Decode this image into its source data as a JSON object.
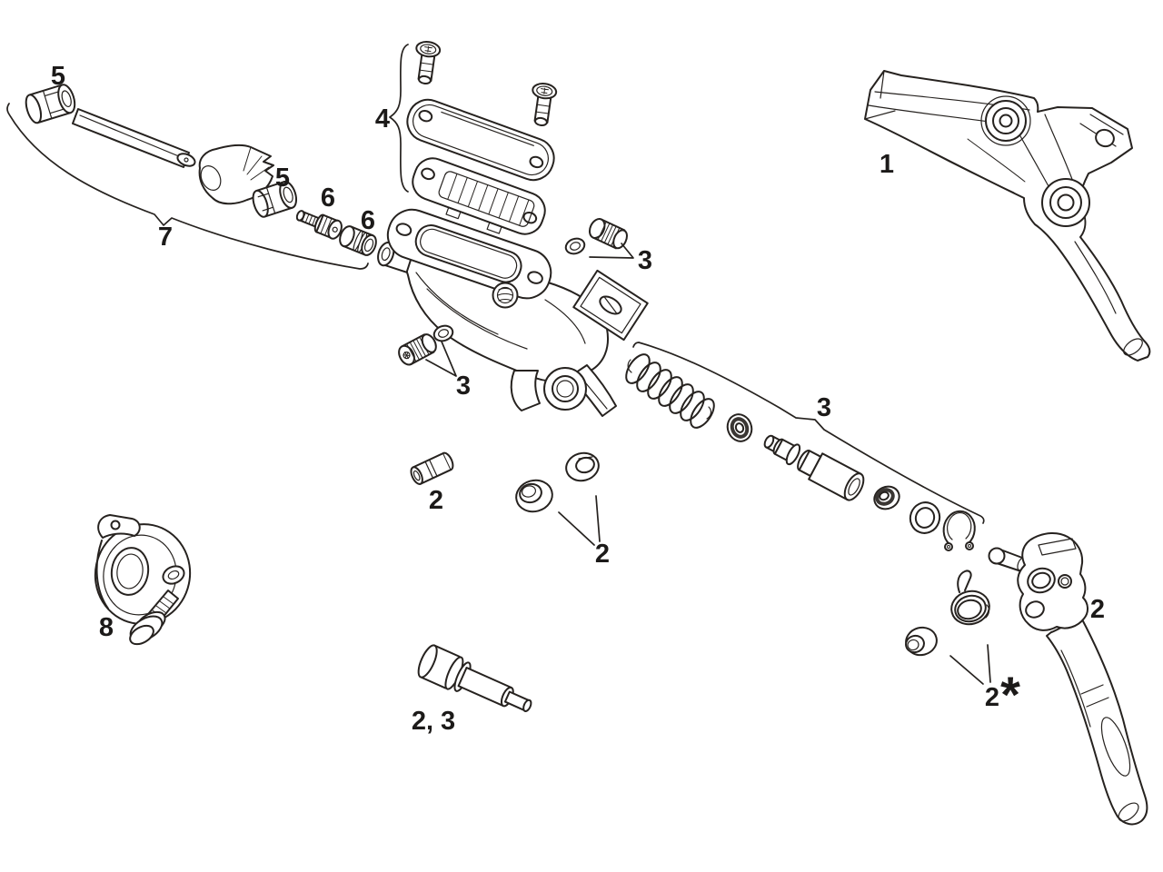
{
  "figure": {
    "kind": "exploded-parts-diagram",
    "background_color": "#ffffff",
    "line_color": "#26221f",
    "callouts": {
      "lever_assembly": "1",
      "reservoir_cover_kit": "4",
      "hose_nut_front": "5",
      "hose_nut_rear": "5",
      "hose_barb": "6",
      "hose_olive": "6",
      "hose_kit": "7",
      "bleed_screw_upper": "3",
      "bleed_screw_lower": "3",
      "piston_kit": "3",
      "pivot_pin": "2",
      "pivot_bushings": "2",
      "lever_blade": "2",
      "blade_spring": "2",
      "blade_spring_note": "*",
      "handlebar_clamp": "8",
      "pushrod": "2, 3"
    }
  }
}
